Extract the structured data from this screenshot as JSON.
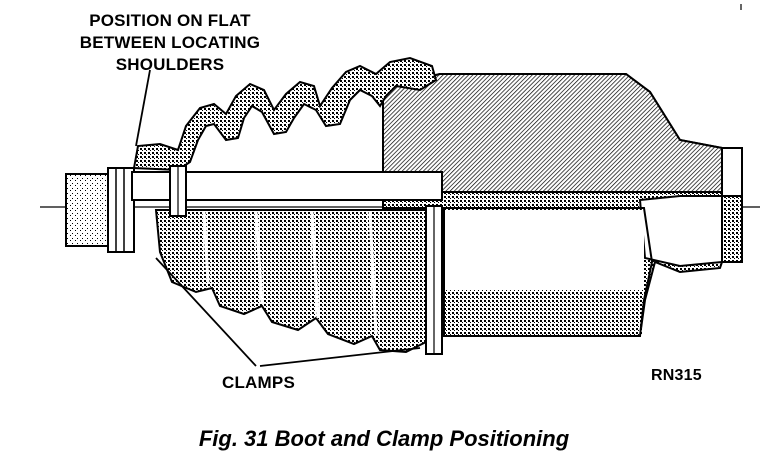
{
  "callouts": {
    "position": {
      "line1": "POSITION ON FLAT",
      "line2": "BETWEEN LOCATING",
      "line3": "SHOULDERS"
    },
    "clamps": "CLAMPS"
  },
  "reference_id": "RN315",
  "caption": "Fig. 31 Boot and Clamp Positioning"
}
